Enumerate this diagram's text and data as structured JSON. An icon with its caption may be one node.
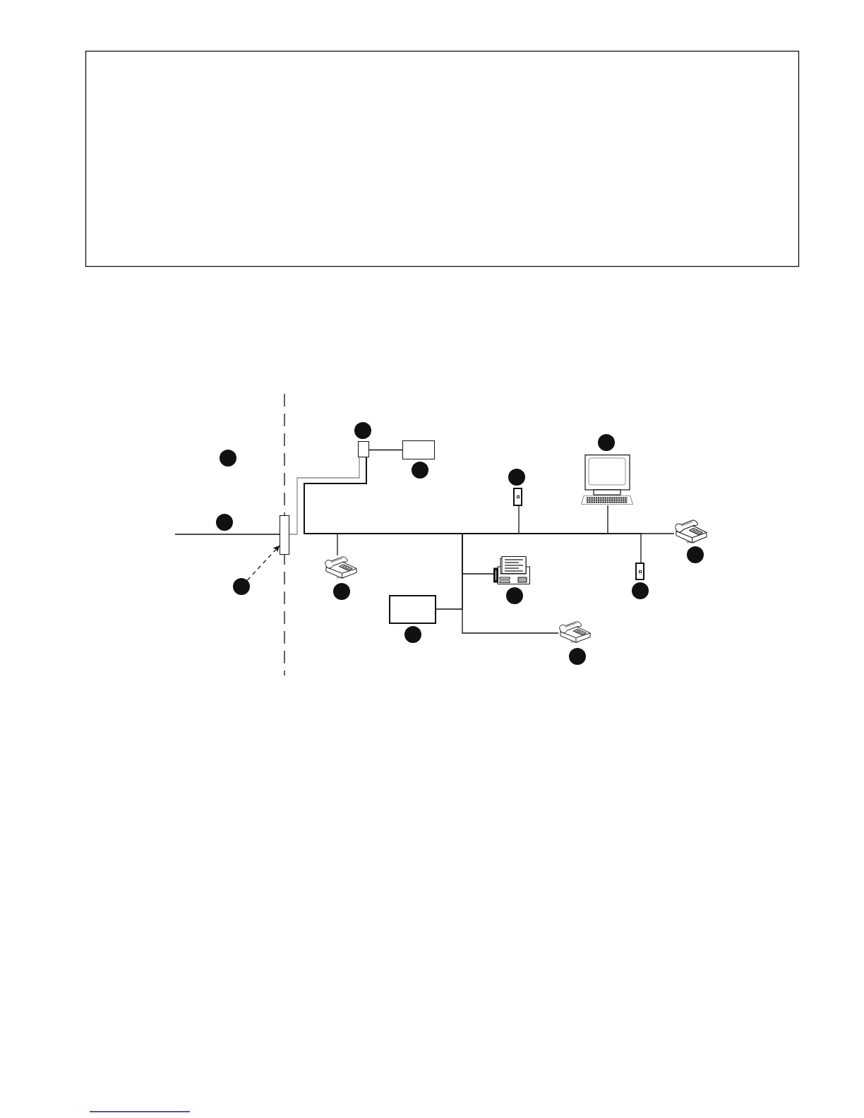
{
  "diagram": {
    "nodes": [
      {
        "text": [],
        "shape": "circle"
      },
      {
        "text": [],
        "shape": "circle"
      },
      {
        "text": [],
        "shape": "box"
      },
      {
        "text": [],
        "shape": "box"
      },
      {
        "text": [],
        "shape": "picture"
      },
      {
        "text": [],
        "shape": "circle"
      },
      {
        "text": [],
        "shape": "circle"
      },
      {
        "text": [],
        "shape": "circle"
      },
      {
        "text": [],
        "shape": "box"
      },
      {
        "text": [],
        "shape": "box"
      },
      {
        "text": [],
        "shape": "picture"
      },
      {
        "text": [],
        "shape": "circle"
      },
      {
        "text": [],
        "shape": "circle"
      },
      {
        "text": [],
        "shape": "picture"
      },
      {
        "text": [],
        "shape": "picture"
      },
      {
        "text": [],
        "shape": "box"
      },
      {
        "text": [],
        "shape": "circle"
      },
      {
        "text": [],
        "shape": "circle"
      },
      {
        "text": [],
        "shape": "circle"
      },
      {
        "text": [],
        "shape": "box"
      },
      {
        "text": [],
        "shape": "circle"
      },
      {
        "text": [],
        "shape": "picture"
      },
      {
        "text": [],
        "shape": "circle"
      },
      {
        "text": [],
        "shape": "circle"
      }
    ],
    "edges": [
      {
        "from": null,
        "to": 9,
        "arrow": "none"
      },
      {
        "from": 9,
        "to": 2,
        "arrow": "none",
        "color": "#8c8c8c"
      },
      {
        "from": 2,
        "to": 3,
        "arrow": "none"
      },
      {
        "from": 2,
        "to": 13,
        "arrow": "none"
      },
      {
        "from": 2,
        "to": 14,
        "arrow": "none"
      },
      {
        "from": 2,
        "to": 19,
        "arrow": "none"
      },
      {
        "from": 2,
        "to": 21,
        "arrow": "none"
      },
      {
        "from": 2,
        "to": 8,
        "arrow": "none"
      },
      {
        "from": 2,
        "to": 4,
        "arrow": "none"
      },
      {
        "from": 2,
        "to": 15,
        "arrow": "none"
      },
      {
        "from": 2,
        "to": 10,
        "arrow": "none"
      },
      {
        "from": 16,
        "to": 9,
        "arrow": "to",
        "style": "dashed"
      }
    ]
  }
}
